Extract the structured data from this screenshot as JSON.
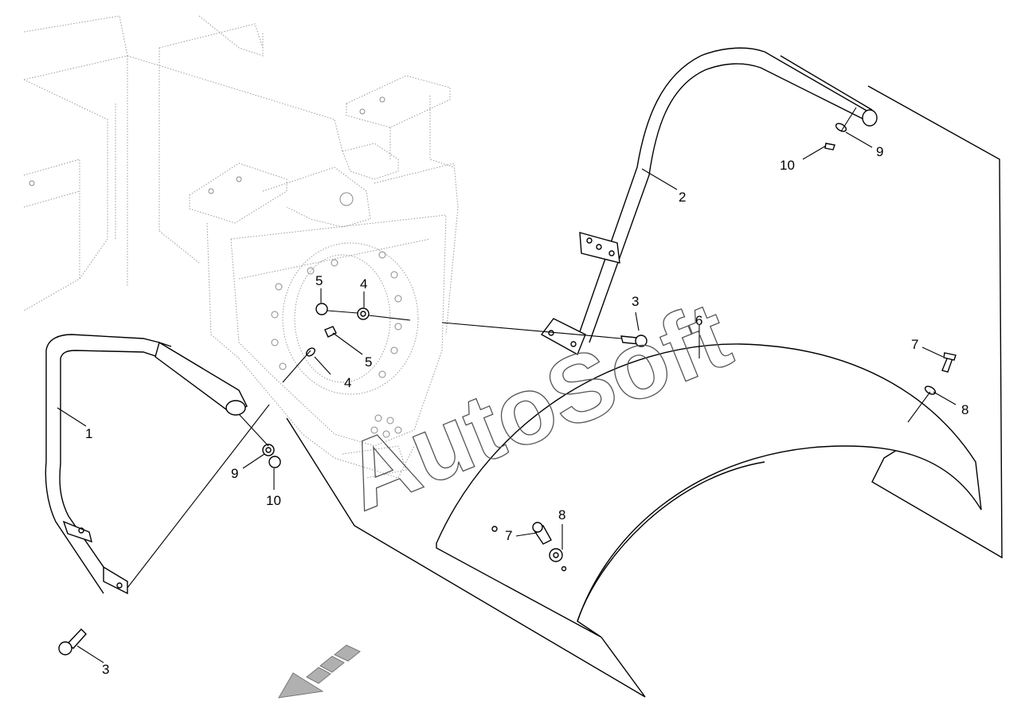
{
  "watermark": "AutoSoft",
  "callouts": [
    {
      "id": "c1",
      "label": "1"
    },
    {
      "id": "c2",
      "label": "2"
    },
    {
      "id": "c3a",
      "label": "3"
    },
    {
      "id": "c3b",
      "label": "3"
    },
    {
      "id": "c4a",
      "label": "4"
    },
    {
      "id": "c4b",
      "label": "4"
    },
    {
      "id": "c5a",
      "label": "5"
    },
    {
      "id": "c5b",
      "label": "5"
    },
    {
      "id": "c6",
      "label": "6"
    },
    {
      "id": "c7a",
      "label": "7"
    },
    {
      "id": "c7b",
      "label": "7"
    },
    {
      "id": "c8a",
      "label": "8"
    },
    {
      "id": "c8b",
      "label": "8"
    },
    {
      "id": "c9a",
      "label": "9"
    },
    {
      "id": "c9b",
      "label": "9"
    },
    {
      "id": "c10a",
      "label": "10"
    },
    {
      "id": "c10b",
      "label": "10"
    }
  ],
  "colors": {
    "line": "#000000",
    "ghost": "#9a9a9a",
    "arrow": "#b0b0b0"
  },
  "icons": {
    "direction": "forward-direction-arrow-icon"
  }
}
